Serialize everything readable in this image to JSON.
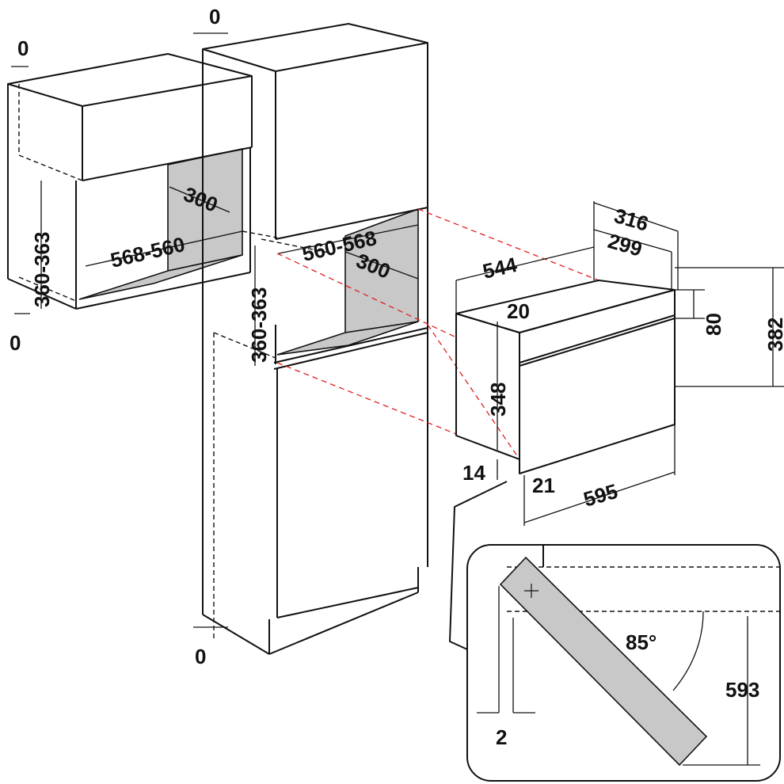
{
  "dimensions": {
    "left_top_gap": "0",
    "left_bottom_gap": "0",
    "left_height": "360-363",
    "left_depth": "300",
    "left_width": "568-560",
    "tall_top_gap": "0",
    "tall_bottom_gap": "0",
    "tall_width": "560-568",
    "tall_depth": "300",
    "tall_height": "360-363",
    "oven_depth_total": "316",
    "oven_depth_body": "299",
    "oven_body_width": "544",
    "oven_top_gap": "20",
    "oven_panel_height": "80",
    "oven_front_height": "382",
    "oven_body_height": "348",
    "oven_bottom_offset": "14",
    "oven_front_thickness": "21",
    "oven_front_width": "595",
    "detail_angle": "85°",
    "detail_height": "593",
    "detail_gap": "2"
  },
  "icons": {
    "detail_marker": "plus-icon"
  }
}
